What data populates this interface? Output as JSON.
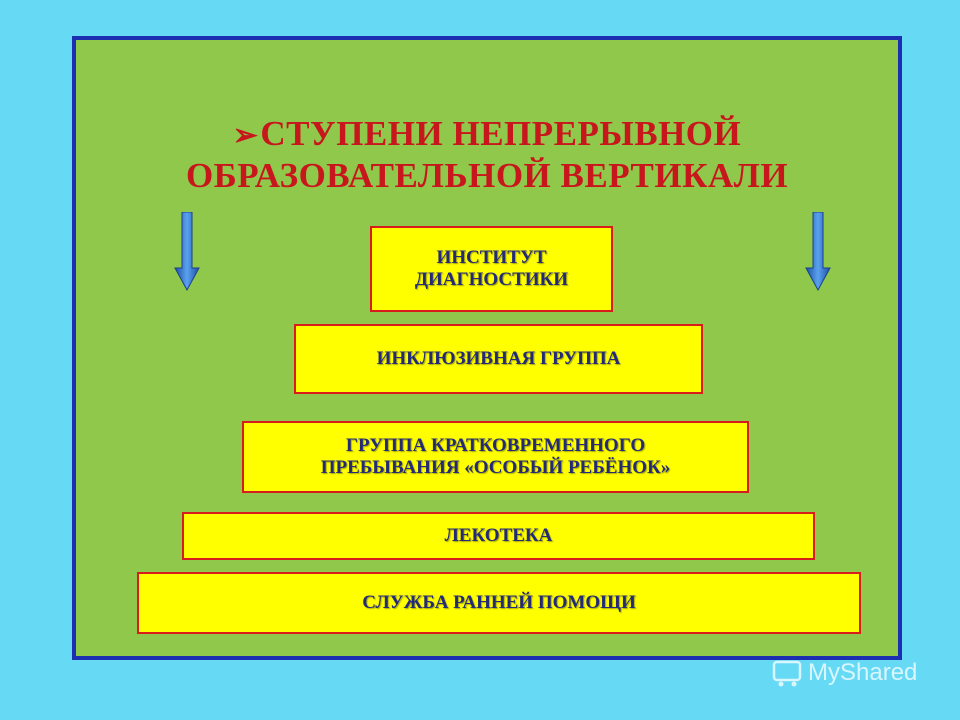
{
  "title": {
    "bullet": "➢",
    "line1": "СТУПЕНИ НЕПРЕРЫВНОЙ",
    "line2": "ОБРАЗОВАТЕЛЬНОЙ  ВЕРТИКАЛИ"
  },
  "levels": [
    {
      "label": "ИНСТИТУТ\nДИАГНОСТИКИ"
    },
    {
      "label": "ИНКЛЮЗИВНАЯ ГРУППА"
    },
    {
      "label": "ГРУППА КРАТКОВРЕМЕННОГО\nПРЕБЫВАНИЯ «ОСОБЫЙ РЕБЁНОК»"
    },
    {
      "label": "ЛЕКОТЕКА"
    },
    {
      "label": "СЛУЖБА РАННЕЙ ПОМОЩИ"
    }
  ],
  "icons": {
    "left_arrow": "arrow-down-icon",
    "right_arrow": "arrow-down-icon"
  },
  "watermark": {
    "text": "MyShared"
  },
  "colors": {
    "background": "#66d9f5",
    "panel": "#8fc84a",
    "panel_border": "#1b2fb0",
    "title": "#c8161d",
    "box_fill": "#ffff00",
    "box_border": "#d81c1c",
    "box_text": "#232a7a",
    "arrow": "#2a6fd0"
  }
}
